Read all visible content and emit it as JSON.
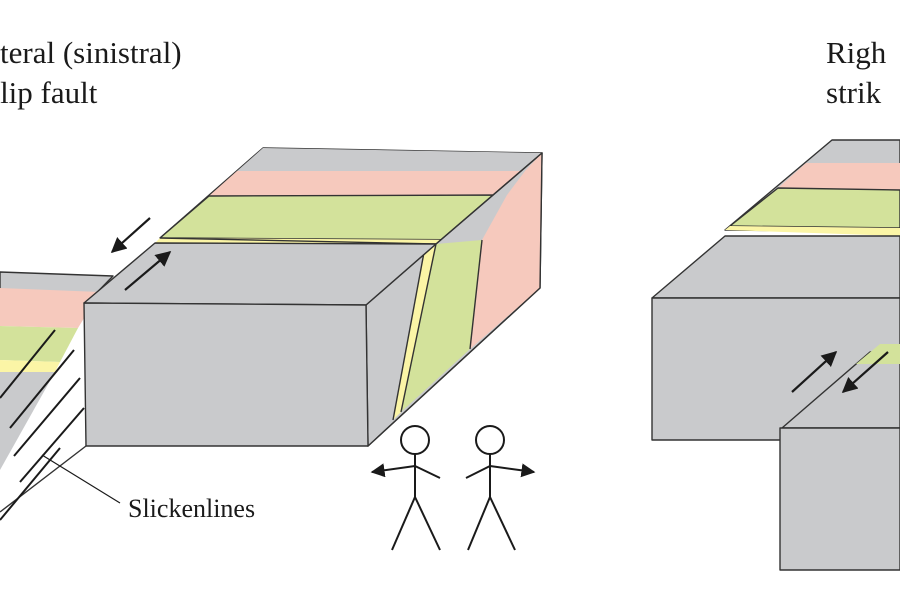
{
  "left_panel": {
    "title_line1": "teral (sinistral)",
    "title_line2": "slip fault",
    "callout": "Slickenlines"
  },
  "right_panel": {
    "title_line1": "Righ",
    "title_line2": "strik"
  },
  "colors": {
    "block_gray": "#c9cacc",
    "edge": "#333333",
    "pink_layer": "#f6c9bd",
    "green_layer": "#d3e29b",
    "yellow_layer": "#fbf5a6",
    "line": "#1a1a1a"
  }
}
